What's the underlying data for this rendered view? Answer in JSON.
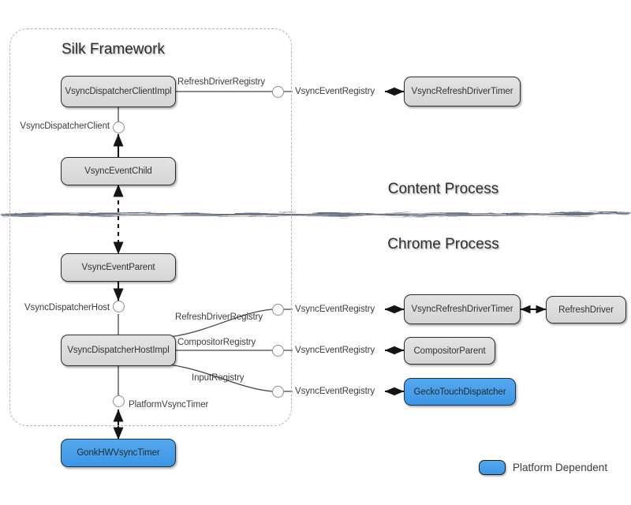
{
  "diagram": {
    "title_framework": "Silk Framework",
    "process_labels": {
      "content": "Content Process",
      "chrome": "Chrome Process"
    }
  },
  "nodes": {
    "vsync_dispatcher_client_impl": "VsyncDispatcherClientImpl",
    "vsync_event_child": "VsyncEventChild",
    "vsync_event_parent": "VsyncEventParent",
    "vsync_dispatcher_host_impl": "VsyncDispatcherHostImpl",
    "gonk_hw_vsync_timer": "GonkHWVsyncTimer",
    "vsync_refresh_driver_timer_top": "VsyncRefreshDriverTimer",
    "vsync_refresh_driver_timer_bottom": "VsyncRefreshDriverTimer",
    "refresh_driver": "RefreshDriver",
    "compositor_parent": "CompositorParent",
    "gecko_touch_dispatcher": "GeckoTouchDispatcher"
  },
  "interface_labels": {
    "refresh_driver_registry_top": "RefreshDriverRegistry",
    "vsync_dispatcher_client": "VsyncDispatcherClient",
    "vsync_dispatcher_host": "VsyncDispatcherHost",
    "refresh_driver_registry_bottom": "RefreshDriverRegistry",
    "compositor_registry": "CompositorRegistry",
    "input_registry": "InputRegistry",
    "platform_vsync_timer": "PlatformVsyncTimer",
    "vsync_event_registry_top": "VsyncEventRegistry",
    "vsync_event_registry_refresh": "VsyncEventRegistry",
    "vsync_event_registry_compositor": "VsyncEventRegistry",
    "vsync_event_registry_input": "VsyncEventRegistry"
  },
  "legend": {
    "platform_dependent": "Platform Dependent"
  },
  "colors": {
    "platform_dependent_fill": "#3d96e4",
    "node_fill": "#dcdcdc",
    "node_border": "#2b2b2b",
    "framework_border": "#b4b4b4",
    "text": "#3a3a3a"
  }
}
